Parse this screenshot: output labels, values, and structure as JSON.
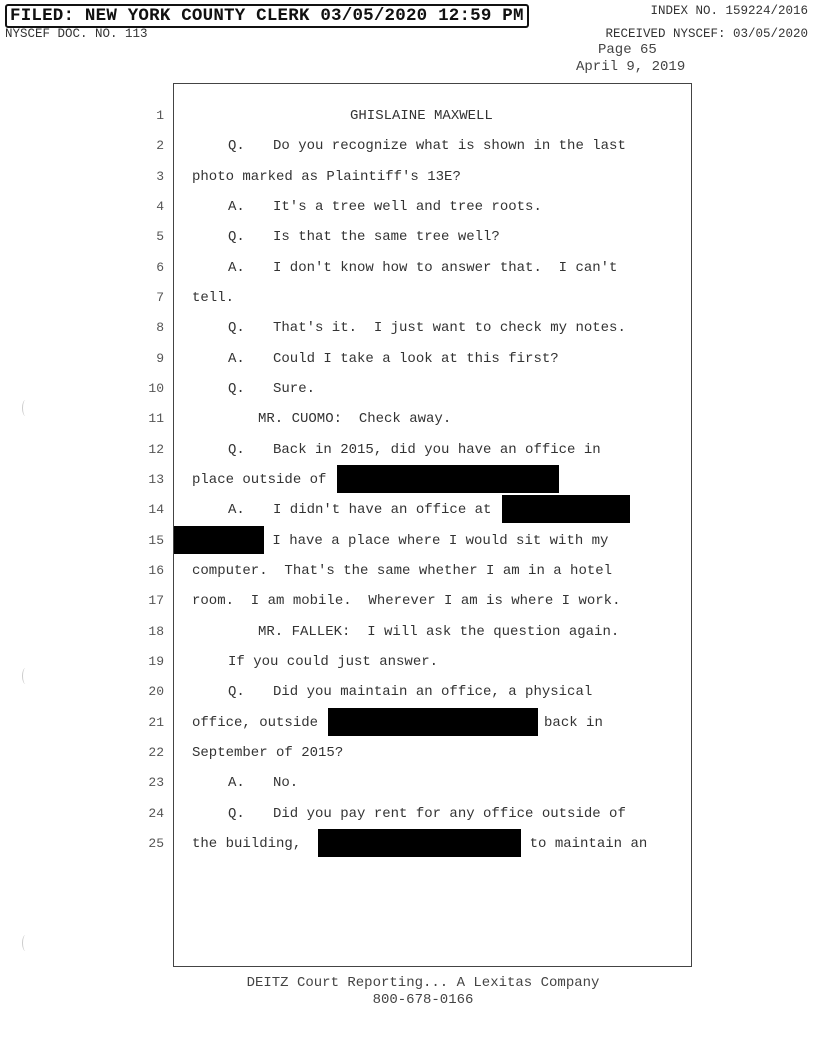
{
  "header": {
    "filed": "FILED: NEW YORK COUNTY CLERK 03/05/2020 12:59 PM",
    "index_no": "INDEX NO. 159224/2016",
    "doc_no": "NYSCEF DOC. NO. 113",
    "received": "RECEIVED NYSCEF: 03/05/2020",
    "page": "Page 65",
    "date": "April 9, 2019"
  },
  "lines": [
    {
      "n": "1",
      "text": "GHISLAINE MAXWELL"
    },
    {
      "n": "2",
      "label": "Q.",
      "text": "Do you recognize what is shown in the last"
    },
    {
      "n": "3",
      "text": "photo marked as Plaintiff's 13E?"
    },
    {
      "n": "4",
      "label": "A.",
      "text": "It's a tree well and tree roots."
    },
    {
      "n": "5",
      "label": "Q.",
      "text": "Is that the same tree well?"
    },
    {
      "n": "6",
      "label": "A.",
      "text": "I don't know how to answer that.  I can't"
    },
    {
      "n": "7",
      "text": "tell."
    },
    {
      "n": "8",
      "label": "Q.",
      "text": "That's it.  I just want to check my notes."
    },
    {
      "n": "9",
      "label": "A.",
      "text": "Could I take a look at this first?"
    },
    {
      "n": "10",
      "label": "Q.",
      "text": "Sure."
    },
    {
      "n": "11",
      "text": "MR. CUOMO:  Check away."
    },
    {
      "n": "12",
      "label": "Q.",
      "text": "Back in 2015, did you have an office in"
    },
    {
      "n": "13",
      "text": "place outside of "
    },
    {
      "n": "14",
      "label": "A.",
      "text": "I didn't have an office at "
    },
    {
      "n": "15",
      "text": " I have a place where I would sit with my"
    },
    {
      "n": "16",
      "text": "computer.  That's the same whether I am in a hotel"
    },
    {
      "n": "17",
      "text": "room.  I am mobile.  Wherever I am is where I work."
    },
    {
      "n": "18",
      "text": "MR. FALLEK:  I will ask the question again."
    },
    {
      "n": "19",
      "text": "If you could just answer."
    },
    {
      "n": "20",
      "label": "Q.",
      "text": "Did you maintain an office, a physical"
    },
    {
      "n": "21",
      "text": "office, outside",
      "after": "back in"
    },
    {
      "n": "22",
      "text": "September of 2015?"
    },
    {
      "n": "23",
      "label": "A.",
      "text": "No."
    },
    {
      "n": "24",
      "label": "Q.",
      "text": "Did you pay rent for any office outside of"
    },
    {
      "n": "25",
      "text": "the building, ",
      "after": "to maintain an"
    }
  ],
  "footer": {
    "company": "DEITZ Court Reporting... A Lexitas Company",
    "phone": "800-678-0166"
  }
}
